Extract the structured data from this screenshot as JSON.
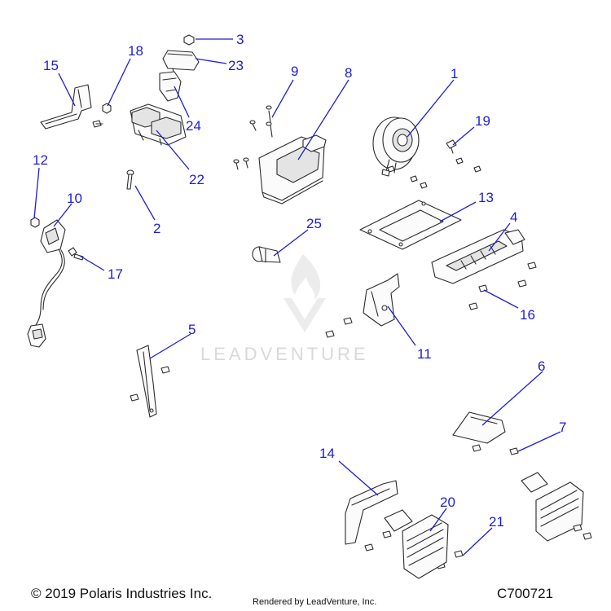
{
  "watermark": {
    "text": "LEADVENTURE"
  },
  "callouts": [
    {
      "id": "1",
      "label": "1"
    },
    {
      "id": "2",
      "label": "2"
    },
    {
      "id": "3",
      "label": "3"
    },
    {
      "id": "4",
      "label": "4"
    },
    {
      "id": "5",
      "label": "5"
    },
    {
      "id": "6",
      "label": "6"
    },
    {
      "id": "7",
      "label": "7"
    },
    {
      "id": "8",
      "label": "8"
    },
    {
      "id": "9",
      "label": "9"
    },
    {
      "id": "10",
      "label": "10"
    },
    {
      "id": "11",
      "label": "11"
    },
    {
      "id": "12",
      "label": "12"
    },
    {
      "id": "13",
      "label": "13"
    },
    {
      "id": "14",
      "label": "14"
    },
    {
      "id": "15",
      "label": "15"
    },
    {
      "id": "16",
      "label": "16"
    },
    {
      "id": "17",
      "label": "17"
    },
    {
      "id": "18",
      "label": "18"
    },
    {
      "id": "19",
      "label": "19"
    },
    {
      "id": "20",
      "label": "20"
    },
    {
      "id": "21",
      "label": "21"
    },
    {
      "id": "22",
      "label": "22"
    },
    {
      "id": "23",
      "label": "23"
    },
    {
      "id": "24",
      "label": "24"
    },
    {
      "id": "25",
      "label": "25"
    }
  ],
  "footer": {
    "copyright": "© 2019 Polaris Industries Inc.",
    "rendered_by": "Rendered by LeadVenture, Inc.",
    "drawing_id": "C700721"
  },
  "colors": {
    "callout": "#1d1dd8",
    "line_art": "#2b2b2b",
    "watermark": "#d9d9d9"
  }
}
